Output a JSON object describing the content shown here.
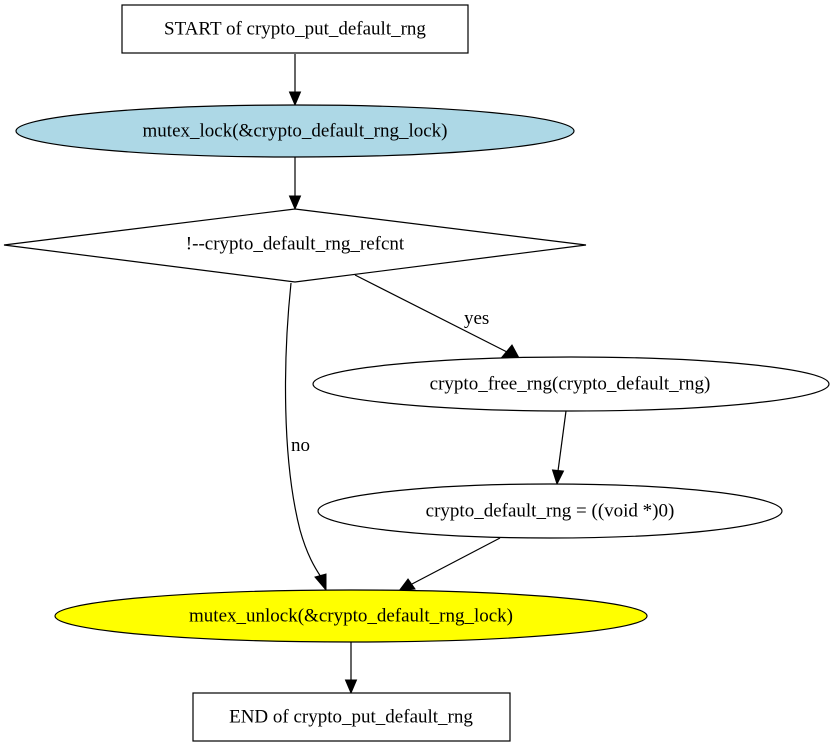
{
  "nodes": {
    "start": {
      "label": "START of crypto_put_default_rng",
      "shape": "box",
      "fill": "#ffffff"
    },
    "lock": {
      "label": "mutex_lock(&crypto_default_rng_lock)",
      "shape": "ellipse",
      "fill": "#add8e6"
    },
    "decision": {
      "label": "!--crypto_default_rng_refcnt",
      "shape": "diamond",
      "fill": "#ffffff"
    },
    "free": {
      "label": "crypto_free_rng(crypto_default_rng)",
      "shape": "ellipse",
      "fill": "#ffffff"
    },
    "assign": {
      "label": "crypto_default_rng = ((void *)0)",
      "shape": "ellipse",
      "fill": "#ffffff"
    },
    "unlock": {
      "label": "mutex_unlock(&crypto_default_rng_lock)",
      "shape": "ellipse",
      "fill": "#ffff00"
    },
    "end": {
      "label": "END of crypto_put_default_rng",
      "shape": "box",
      "fill": "#ffffff"
    }
  },
  "edges": {
    "start_to_lock": {
      "from": "start",
      "to": "lock",
      "label": ""
    },
    "lock_to_decision": {
      "from": "lock",
      "to": "decision",
      "label": ""
    },
    "decision_to_free": {
      "from": "decision",
      "to": "free",
      "label": "yes"
    },
    "decision_to_unlock": {
      "from": "decision",
      "to": "unlock",
      "label": "no"
    },
    "free_to_assign": {
      "from": "free",
      "to": "assign",
      "label": ""
    },
    "assign_to_unlock": {
      "from": "assign",
      "to": "unlock",
      "label": ""
    },
    "unlock_to_end": {
      "from": "unlock",
      "to": "end",
      "label": ""
    }
  }
}
